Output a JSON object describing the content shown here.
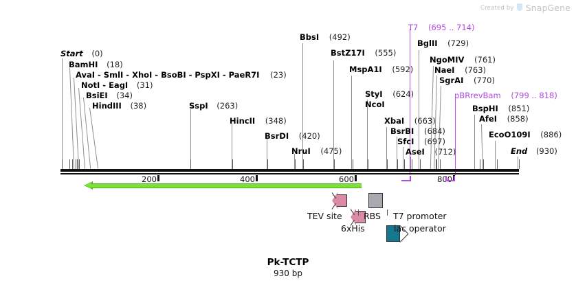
{
  "watermark": {
    "prefix": "Created by",
    "brand": "SnapGene",
    "logo_icon": "snapgene-logo-icon"
  },
  "plasmid": {
    "name": "Pk-TCTP",
    "length_label": "930 bp",
    "length_bp": 930
  },
  "ruler": {
    "ticks": [
      {
        "label": "200",
        "value": 200
      },
      {
        "label": "400",
        "value": 400
      },
      {
        "label": "600",
        "value": 600
      },
      {
        "label": "800",
        "value": 800
      }
    ],
    "range_start": 0,
    "range_end": 930
  },
  "colors": {
    "enzyme_text": "#000000",
    "primer_purple": "#b14ae0",
    "orf_green": "#7ce03a",
    "orf_green_stroke": "#4fae18",
    "tev_pink": "#d98ba8",
    "rbs_gray": "#a8aab0",
    "lac_teal": "#16788f",
    "promoter_white": "#ffffff",
    "backbone_black": "#111111",
    "leader_gray": "#8e8e8e"
  },
  "markers": [
    {
      "name": "Start",
      "pos_label": "(0)",
      "pos": 0,
      "italic": true,
      "kind": "terminus"
    },
    {
      "name": "BamHI",
      "pos_label": "(18)",
      "pos": 18,
      "kind": "enzyme"
    },
    {
      "name": "AvaI - SmlI - XhoI - BsoBI - PspXI - PaeR7I",
      "pos_label": "(23)",
      "pos": 23,
      "kind": "enzyme"
    },
    {
      "name": "NotI - EagI",
      "pos_label": "(31)",
      "pos": 31,
      "kind": "enzyme"
    },
    {
      "name": "BsiEI",
      "pos_label": "(34)",
      "pos": 34,
      "kind": "enzyme"
    },
    {
      "name": "HindIII",
      "pos_label": "(38)",
      "pos": 38,
      "kind": "enzyme"
    },
    {
      "name": "SspI",
      "pos_label": "(263)",
      "pos": 263,
      "kind": "enzyme"
    },
    {
      "name": "HincII",
      "pos_label": "(348)",
      "pos": 348,
      "kind": "enzyme"
    },
    {
      "name": "BsrDI",
      "pos_label": "(420)",
      "pos": 420,
      "kind": "enzyme"
    },
    {
      "name": "NruI",
      "pos_label": "(475)",
      "pos": 475,
      "kind": "enzyme"
    },
    {
      "name": "BbsI",
      "pos_label": "(492)",
      "pos": 492,
      "kind": "enzyme"
    },
    {
      "name": "BstZ17I",
      "pos_label": "(555)",
      "pos": 555,
      "kind": "enzyme"
    },
    {
      "name": "MspA1I",
      "pos_label": "(592)",
      "pos": 592,
      "kind": "enzyme"
    },
    {
      "name": "StyI",
      "pos_label": "(624)",
      "pos": 624,
      "kind": "enzyme"
    },
    {
      "name": "NcoI",
      "pos_label": "",
      "pos": 624,
      "kind": "enzyme"
    },
    {
      "name": "XbaI",
      "pos_label": "(663)",
      "pos": 663,
      "kind": "enzyme"
    },
    {
      "name": "BsrBI",
      "pos_label": "(684)",
      "pos": 684,
      "kind": "enzyme"
    },
    {
      "name": "SfcI",
      "pos_label": "(697)",
      "pos": 697,
      "kind": "enzyme"
    },
    {
      "name": "AseI",
      "pos_label": "(712)",
      "pos": 712,
      "kind": "enzyme"
    },
    {
      "name": "T7",
      "pos_label": "(695 .. 714)",
      "pos": 695,
      "kind": "primer"
    },
    {
      "name": "BglII",
      "pos_label": "(729)",
      "pos": 729,
      "kind": "enzyme"
    },
    {
      "name": "NgoMIV",
      "pos_label": "(761)",
      "pos": 761,
      "kind": "enzyme"
    },
    {
      "name": "NaeI",
      "pos_label": "(763)",
      "pos": 763,
      "kind": "enzyme"
    },
    {
      "name": "SgrAI",
      "pos_label": "(770)",
      "pos": 770,
      "kind": "enzyme"
    },
    {
      "name": "pBRrevBam",
      "pos_label": "(799 .. 818)",
      "pos": 799,
      "kind": "primer"
    },
    {
      "name": "BspHI",
      "pos_label": "(851)",
      "pos": 851,
      "kind": "enzyme"
    },
    {
      "name": "AfeI",
      "pos_label": "(858)",
      "pos": 858,
      "kind": "enzyme"
    },
    {
      "name": "EcoO109I",
      "pos_label": "(886)",
      "pos": 886,
      "kind": "enzyme"
    },
    {
      "name": "End",
      "pos_label": "(930)",
      "pos": 930,
      "italic": true,
      "kind": "terminus"
    }
  ],
  "primer_ranges": [
    {
      "name": "T7",
      "start": 695,
      "end": 714
    },
    {
      "name": "pBRrevBam",
      "start": 799,
      "end": 818
    }
  ],
  "orf": {
    "name": "ORF",
    "direction": "left",
    "start": 0,
    "end": 600
  },
  "features": [
    {
      "label": "TEV site",
      "glyph": "arrow-left",
      "color": "#d98ba8"
    },
    {
      "label": "6xHis",
      "glyph": "arrow-left",
      "color": "#d98ba8"
    },
    {
      "label": "RBS",
      "glyph": "box",
      "color": "#a8aab0"
    },
    {
      "label": "lac operator",
      "glyph": "box",
      "color": "#16788f"
    },
    {
      "label": "T7 promoter",
      "glyph": "open-arrow",
      "color": "#ffffff"
    }
  ]
}
